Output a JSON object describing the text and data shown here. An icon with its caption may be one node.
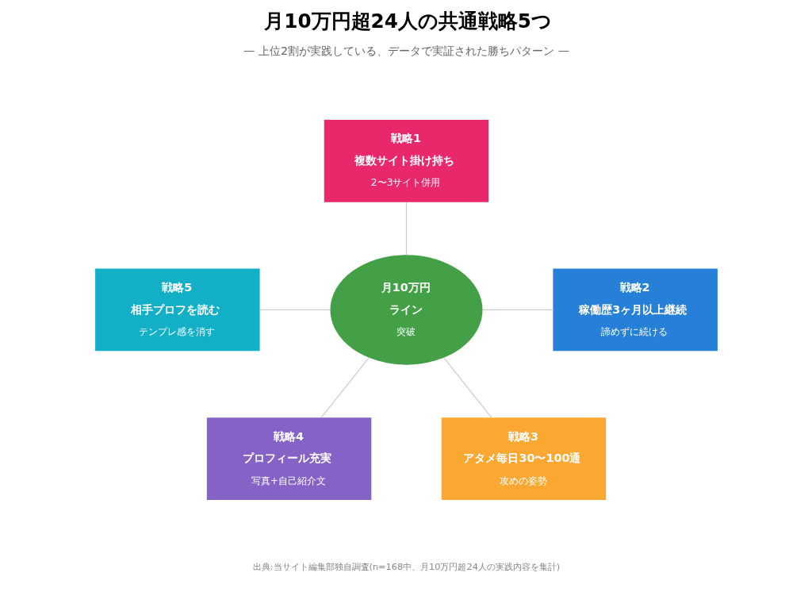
{
  "diagram": {
    "title": "月10万円超24人の共通戦略5つ",
    "nodes": [
      {
        "text": [
          "戦略1",
          "複数サイト掛け持ち",
          "2〜3サイト併用"
        ]
      },
      {
        "text": [
          "戦略5",
          "相手プロフを読む",
          "テンプレ感を消す"
        ]
      },
      {
        "text": [
          "月10万円",
          "ライン",
          "突破"
        ]
      },
      {
        "text": [
          "戦略2",
          "稼働歴3ヶ月以上継続",
          "諦めずに続ける"
        ]
      },
      {
        "text": [
          "戦略4",
          "プロフィール充実",
          "写真+自己紹介文"
        ]
      },
      {
        "text": [
          "戦略3",
          "アタメ毎日30〜100通",
          "攻めの姿勢"
        ]
      }
    ],
    "edges": [
      {
        "from": 0,
        "to": 2,
        "arrow": "none"
      },
      {
        "from": 1,
        "to": 2,
        "arrow": "none"
      },
      {
        "from": 2,
        "to": 3,
        "arrow": "none"
      },
      {
        "from": 2,
        "to": 4,
        "arrow": "none"
      },
      {
        "from": 2,
        "to": 5,
        "arrow": "none"
      }
    ],
    "labels": [
      "— 上位2割が実践している、データで実証された勝ちパターン —",
      "出典:当サイト編集部独自調査(n=168中、月10万円超24人の実践内容を集計)"
    ]
  }
}
